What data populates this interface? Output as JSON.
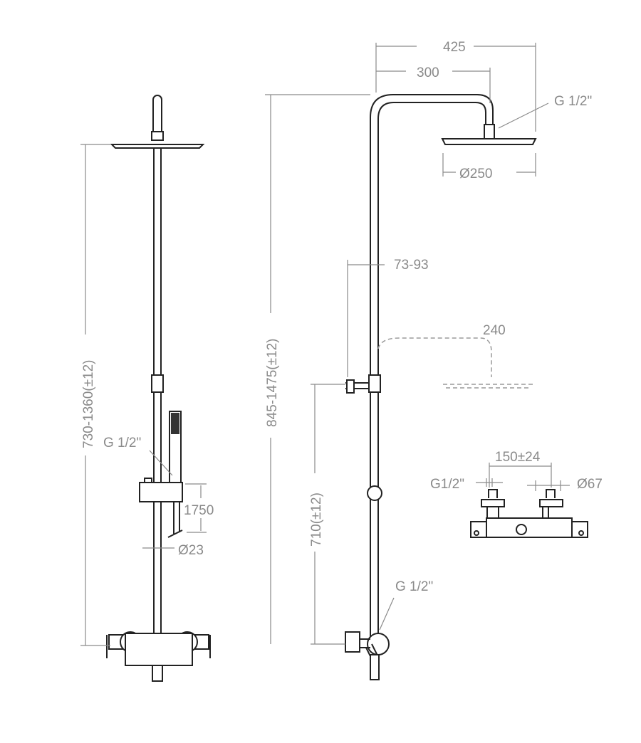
{
  "left_view": {
    "height_label": "730-1360(±12)",
    "hand_shower_thread": "G 1/2\"",
    "hose_length": "1750",
    "rail_diameter": "Ø23"
  },
  "right_view": {
    "arm_width_total": "425",
    "arm_width": "300",
    "head_thread": "G 1/2\"",
    "head_diameter": "Ø250",
    "holder_offset": "73-93",
    "alt_arm": "240",
    "height_label": "845-1475(±12)",
    "outlet_height": "710(±12)",
    "outlet_thread": "G 1/2\""
  },
  "mixer_view": {
    "centers": "150±24",
    "inlet_thread": "G1/2\"",
    "escutcheon_diameter": "Ø67"
  }
}
